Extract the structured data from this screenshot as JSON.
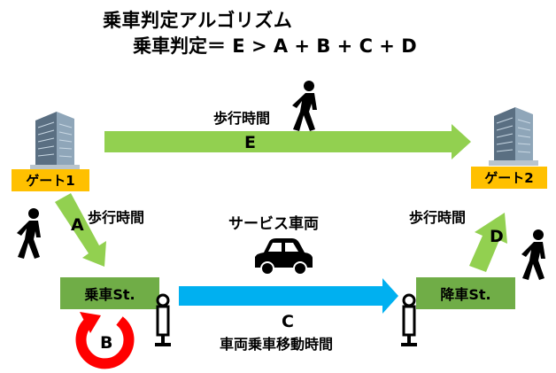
{
  "title": "乗車判定アルゴリズム",
  "formula": "乗車判定＝ E > A + B + C + D",
  "gates": {
    "gate1": "ゲート1",
    "gate2": "ゲート2"
  },
  "stations": {
    "boarding": "乗車St.",
    "alighting": "降車St."
  },
  "segments": {
    "E": {
      "letter": "E",
      "label": "歩行時間"
    },
    "A": {
      "letter": "A",
      "label": "歩行時間"
    },
    "B": {
      "letter": "B"
    },
    "C": {
      "letter": "C",
      "label": "車両乗車移動時間"
    },
    "D": {
      "letter": "D",
      "label": "歩行時間"
    }
  },
  "service_vehicle_label": "サービス車両",
  "colors": {
    "walk_arrow": "#92d050",
    "vehicle_arrow": "#00b0f0",
    "gate_fill": "#ffc000",
    "station_fill": "#70ad47",
    "wait_circle": "#ff0000"
  },
  "icons": [
    "building-icon",
    "walking-person-icon",
    "car-icon",
    "station-pole-icon",
    "circular-arrow-icon"
  ]
}
